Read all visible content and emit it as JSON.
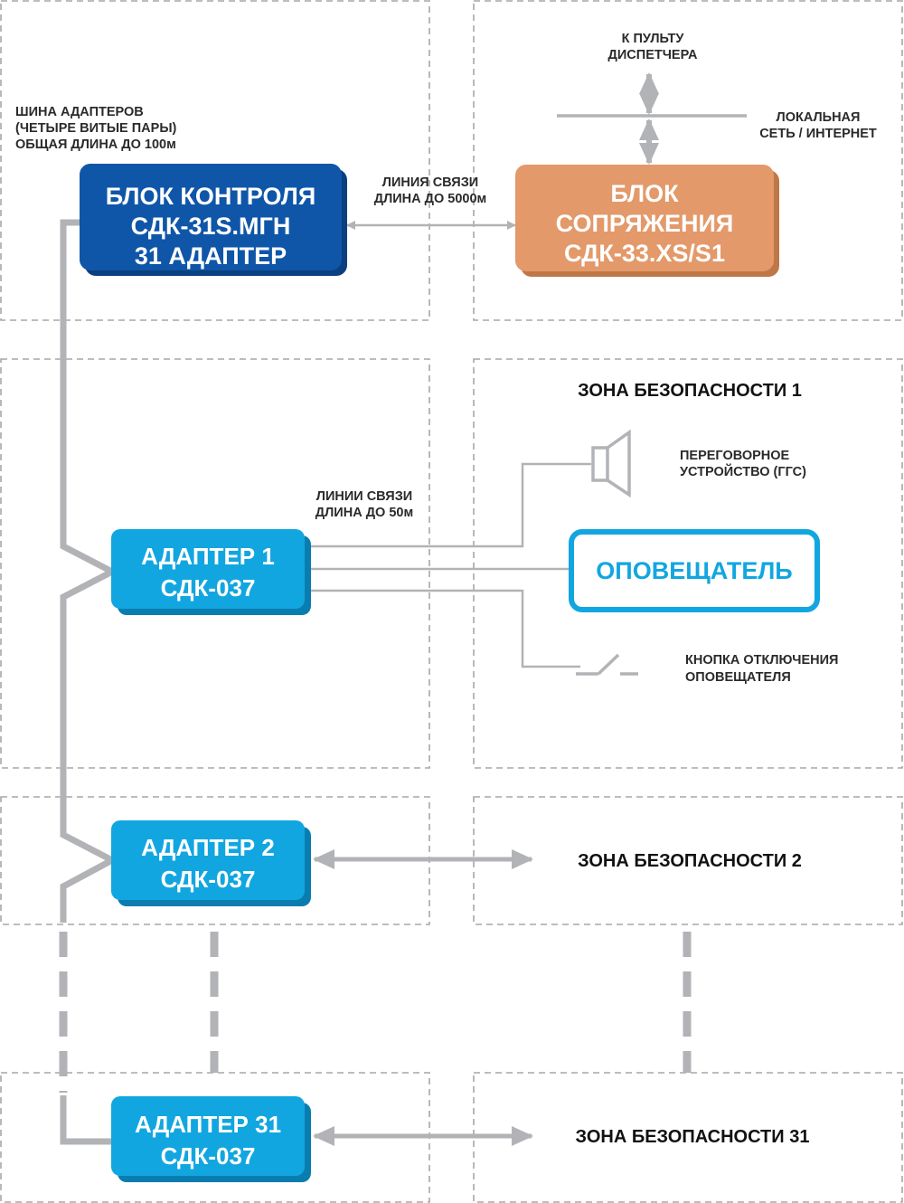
{
  "colors": {
    "control_block": "#0f56a8",
    "interface_block": "#e3996a",
    "adapter": "#12a6e0",
    "notifier_border": "#12a6e0",
    "notifier_text": "#12a6e0",
    "lines": "#b1b3b6",
    "dashed_border": "#a7a7a7"
  },
  "labels": {
    "adapter_bus": [
      "ШИНА АДАПТЕРОВ",
      "(ЧЕТЫРЕ ВИТЫЕ ПАРЫ)",
      "ОБЩАЯ ДЛИНА ДО 100м"
    ],
    "link_5000": [
      "ЛИНИЯ СВЯЗИ",
      "ДЛИНА ДО 5000м"
    ],
    "to_console": [
      "К ПУЛЬТУ",
      "ДИСПЕТЧЕРА"
    ],
    "local_net": [
      "ЛОКАЛЬНАЯ",
      "СЕТЬ / ИНТЕРНЕТ"
    ],
    "links_50": [
      "ЛИНИИ СВЯЗИ",
      "ДЛИНА ДО 50м"
    ],
    "intercom": [
      "ПЕРЕГОВОРНОЕ",
      "УСТРОЙСТВО (ГГС)"
    ],
    "off_button": [
      "КНОПКА ОТКЛЮЧЕНИЯ",
      "ОПОВЕЩАТЕЛЯ"
    ]
  },
  "blocks": {
    "control": [
      "БЛОК КОНТРОЛЯ",
      "СДК-31S.МГН",
      "31 АДАПТЕР"
    ],
    "interface": [
      "БЛОК",
      "СОПРЯЖЕНИЯ",
      "СДК-33.XS/S1"
    ],
    "adapter1": [
      "АДАПТЕР 1",
      "СДК-037"
    ],
    "adapter2": [
      "АДАПТЕР 2",
      "СДК-037"
    ],
    "adapter31": [
      "АДАПТЕР 31",
      "СДК-037"
    ],
    "notifier": "ОПОВЕЩАТЕЛЬ"
  },
  "zones": {
    "zone1": "ЗОНА БЕЗОПАСНОСТИ 1",
    "zone2": "ЗОНА БЕЗОПАСНОСТИ 2",
    "zone31": "ЗОНА БЕЗОПАСНОСТИ 31"
  },
  "icons": {
    "speaker": "speaker-icon",
    "switch": "switch-icon"
  }
}
